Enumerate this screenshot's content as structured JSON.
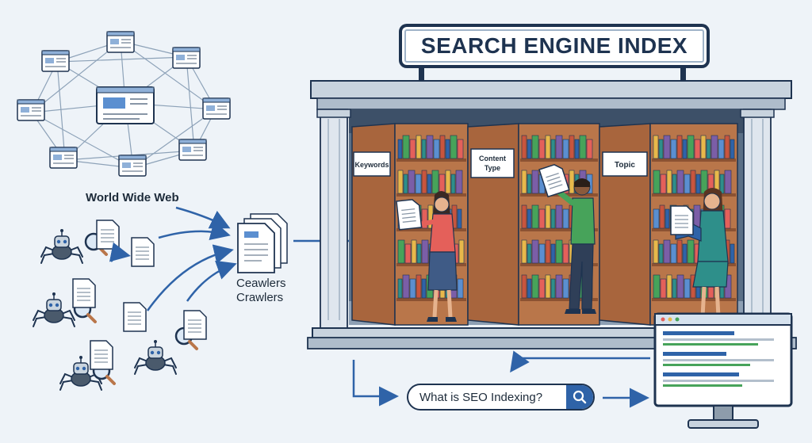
{
  "title": "SEARCH ENGINE INDEX",
  "web_label": "World Wide Web",
  "crawlers_label_1": "Ceawlers",
  "crawlers_label_2": "Crawlers",
  "shelf_labels": {
    "keywords": "Keywords",
    "content_type_1": "Content",
    "content_type_2": "Type",
    "topic": "Topic"
  },
  "search": {
    "query": "What is SEO Indexing?"
  },
  "icons": [
    "search-icon",
    "magnifier-icon",
    "document-icon",
    "spider-robot-icon",
    "monitor-icon"
  ],
  "colors": {
    "navy": "#1e3350",
    "accent_blue": "#2f63a8",
    "shelf_wood": "#b9764a",
    "background": "#eef3f8"
  }
}
